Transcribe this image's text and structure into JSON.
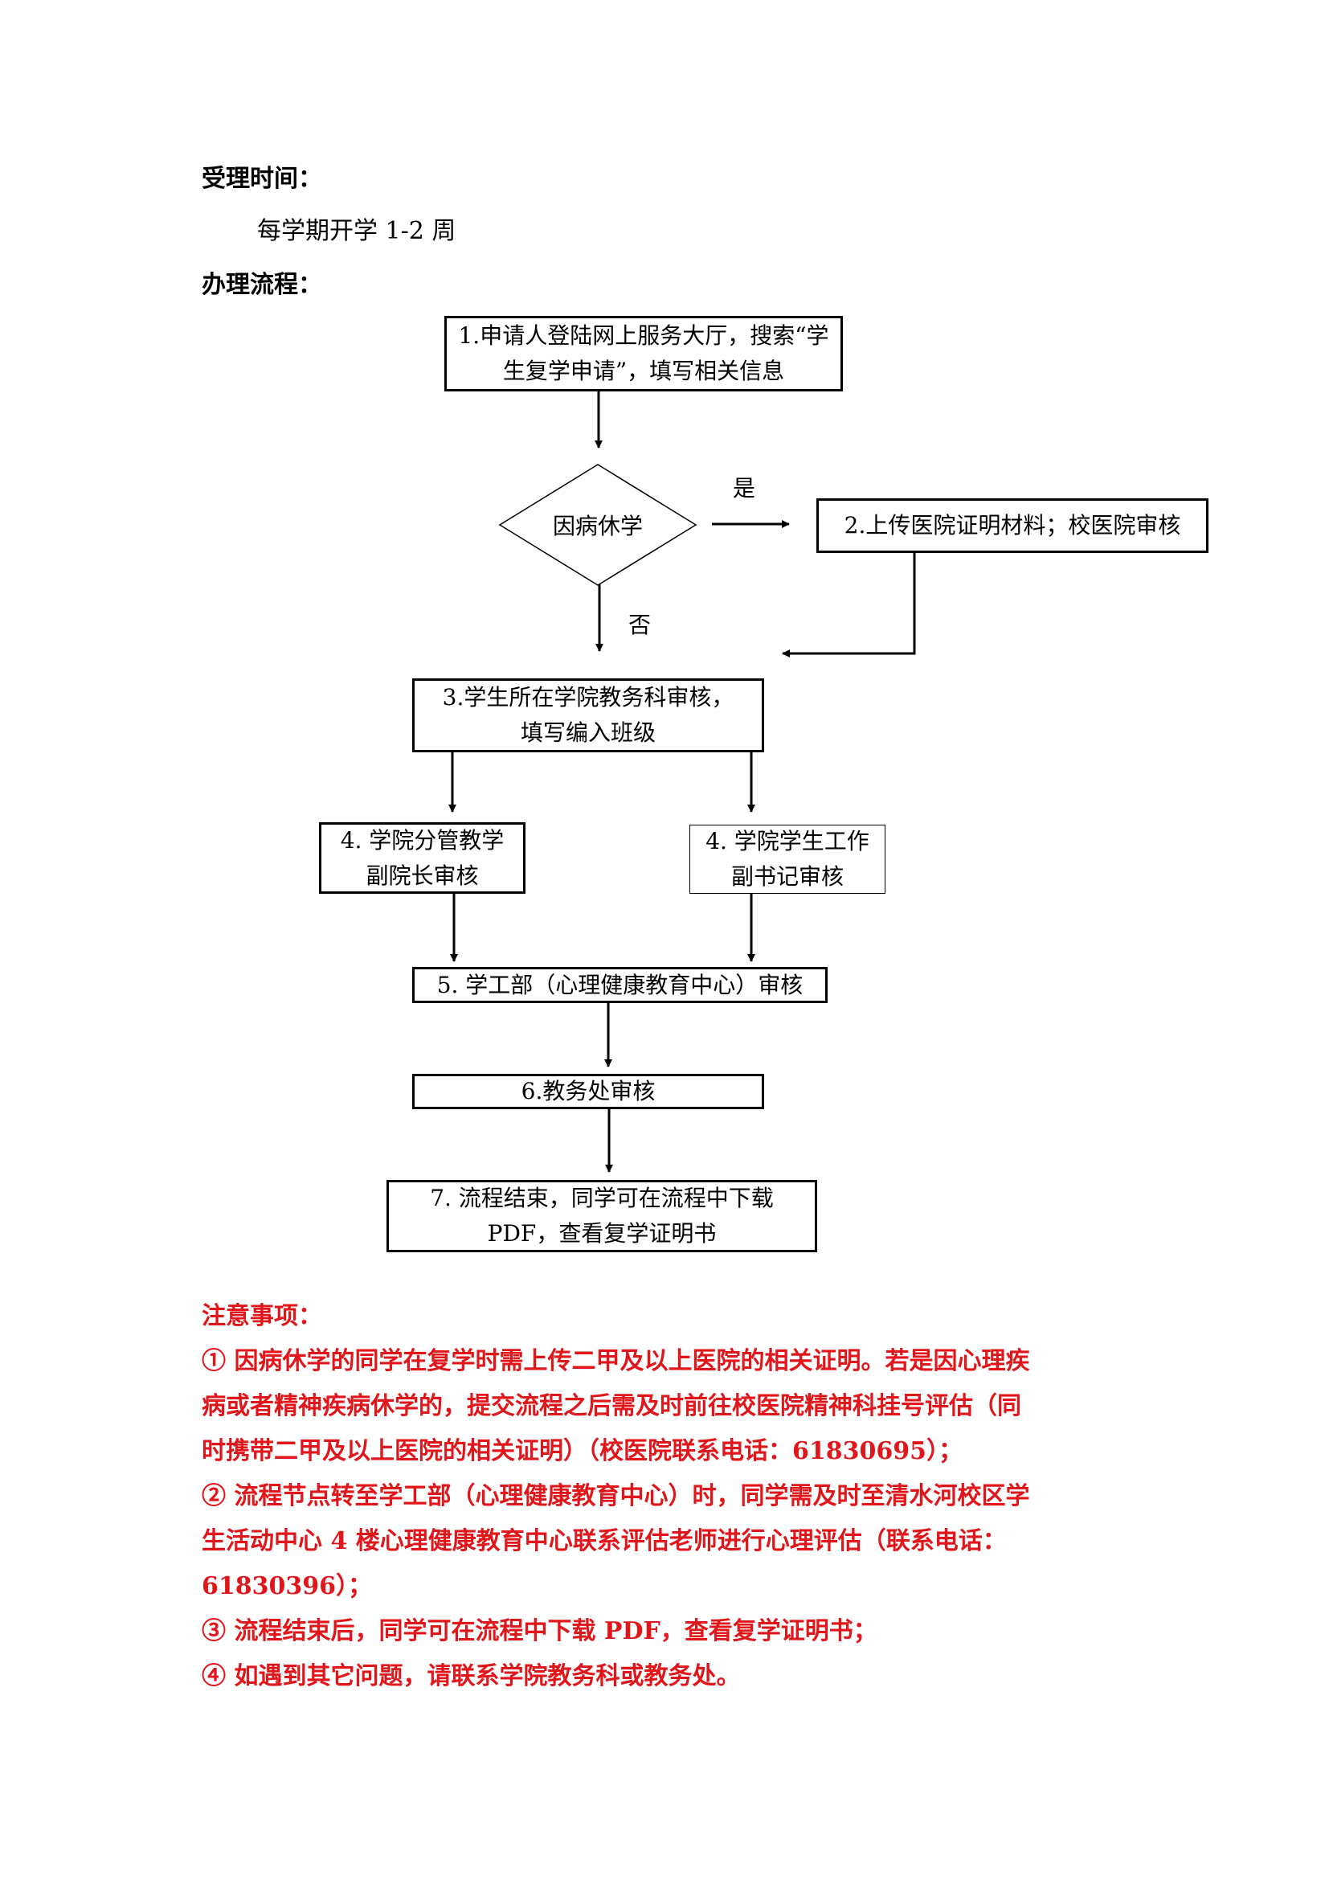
{
  "accept_time": {
    "heading": "受理时间：",
    "value": "每学期开学 1-2 周"
  },
  "process": {
    "heading": "办理流程：",
    "steps": {
      "step1": "1.申请人登陆网上服务大厅，搜索“学\n生复学申请”，填写相关信息",
      "decision": "因病休学",
      "yes_label": "是",
      "no_label": "否",
      "step2": "2.上传医院证明材料；校医院审核",
      "step3": "3.学生所在学院教务科审核，\n填写编入班级",
      "step4a": "4. 学院分管教学\n副院长审核",
      "step4b": "4. 学院学生工作\n副书记审核",
      "step5": "5. 学工部（心理健康教育中心）审核",
      "step6": "6.教务处审核",
      "step7": "7. 流程结束，同学可在流程中下载\nPDF，查看复学证明书"
    }
  },
  "notes": {
    "heading": "注意事项：",
    "lines": [
      "①  因病休学的同学在复学时需上传二甲及以上医院的相关证明。若是因心理疾",
      "病或者精神疾病休学的，提交流程之后需及时前往校医院精神科挂号评估（同",
      "时携带二甲及以上医院的相关证明）（校医院联系电话：61830695）；",
      "②  流程节点转至学工部（心理健康教育中心）时，同学需及时至清水河校区学",
      "生活动中心 4 楼心理健康教育中心联系评估老师进行心理评估（联系电话：",
      "61830396）；",
      "③ 流程结束后，同学可在流程中下载 PDF，查看复学证明书；",
      "④ 如遇到其它问题，请联系学院教务科或教务处。"
    ]
  },
  "colors": {
    "text": "#000000",
    "notes_red": "#e0161b"
  }
}
